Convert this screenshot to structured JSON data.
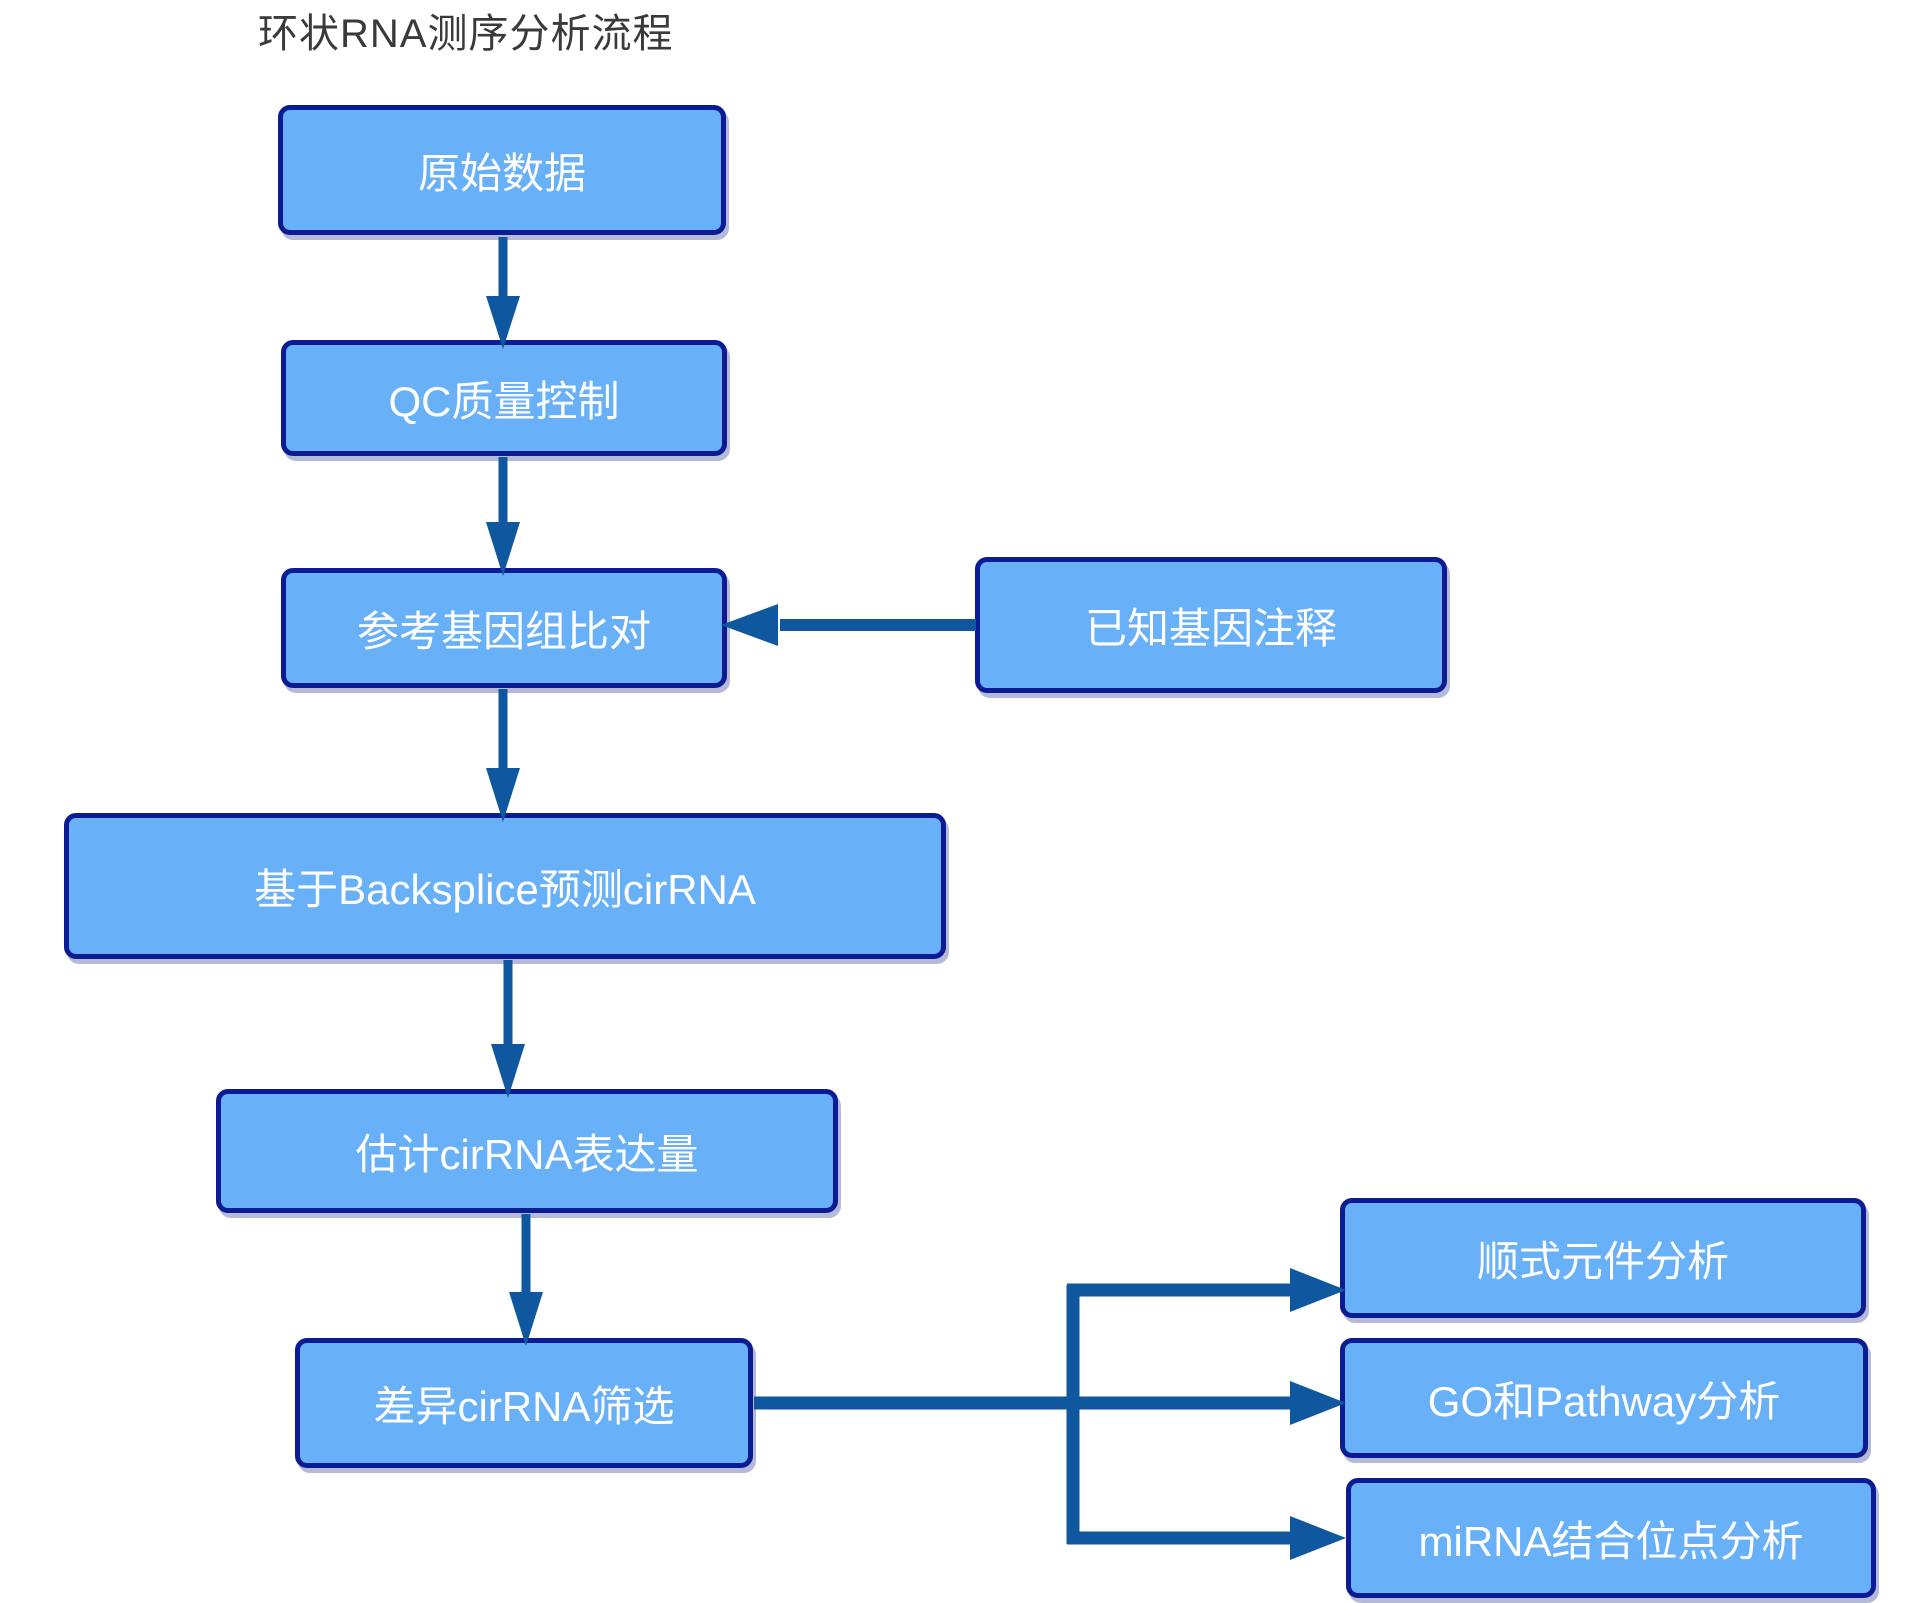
{
  "title": {
    "text": "环状RNA测序分析流程"
  },
  "colors": {
    "page_background": "#ffffff",
    "node_fill": "#68b0f8",
    "node_border": "#0b1b94",
    "node_text": "#ffffff",
    "arrow": "#0f58a0",
    "title_text": "#3a3a3a"
  },
  "nodes": {
    "raw_data": {
      "label": "原始数据"
    },
    "qc": {
      "label": "QC质量控制"
    },
    "genome_alignment": {
      "label": "参考基因组比对"
    },
    "gene_annotation": {
      "label": "已知基因注释"
    },
    "backsplice_predict": {
      "label": "基于Backsplice预测cirRNA"
    },
    "expression_estimate": {
      "label": "估计cirRNA表达量"
    },
    "differential_screen": {
      "label": "差异cirRNA筛选"
    },
    "cis_element": {
      "label": "顺式元件分析"
    },
    "go_pathway": {
      "label": "GO和Pathway分析"
    },
    "mirna_binding": {
      "label": "miRNA结合位点分析"
    }
  }
}
